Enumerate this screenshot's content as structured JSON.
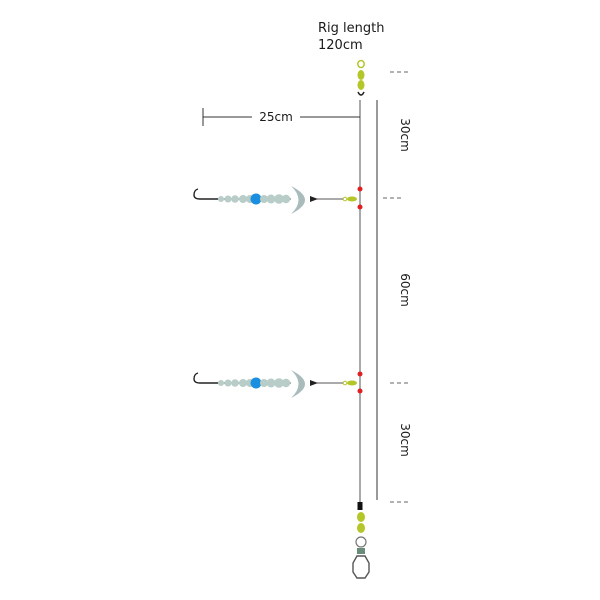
{
  "title": {
    "line1": "Rig length",
    "line2": "120cm"
  },
  "dimensions": {
    "top_section": "30cm",
    "middle_section": "60cm",
    "bottom_section": "30cm",
    "dropper_length": "25cm"
  },
  "colors": {
    "line": "#555555",
    "dimension_line": "#333333",
    "swivel": "#b5c62a",
    "bead_stop": "#e02020",
    "bead": "#b8ccc8",
    "accent_bead": "#1a8fe0",
    "spoon": "#a9bcbb",
    "lead": "#555555"
  }
}
